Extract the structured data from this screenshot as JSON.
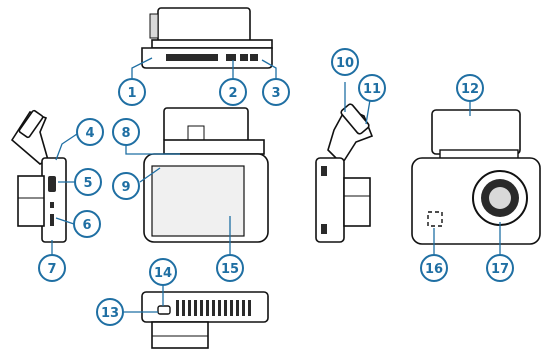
{
  "diagram": {
    "colors": {
      "accent": "#1f6fa3",
      "device_outline": "#111111",
      "device_fill": "#ffffff",
      "device_gray": "#d9d9d9",
      "device_dark": "#2a2a2a",
      "screen_fill": "#f0f0f0"
    },
    "callouts": [
      "1",
      "2",
      "3",
      "4",
      "5",
      "6",
      "7",
      "8",
      "9",
      "10",
      "11",
      "12",
      "13",
      "14",
      "15",
      "16",
      "17"
    ],
    "views": [
      {
        "name": "top-view"
      },
      {
        "name": "left-side-view"
      },
      {
        "name": "rear-screen-view"
      },
      {
        "name": "right-side-view"
      },
      {
        "name": "front-lens-view"
      },
      {
        "name": "bottom-view"
      }
    ]
  }
}
